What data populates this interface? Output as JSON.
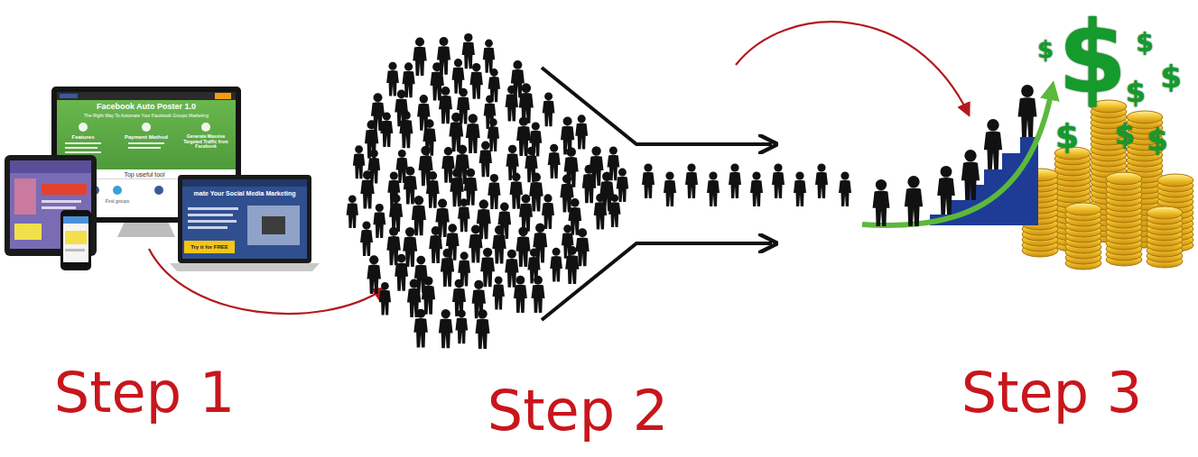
{
  "diagram": {
    "labels": [
      "Facebook Auto Poster 1.0",
      "The Right Way To Automate Your Facebook Groups Marketing",
      "Features",
      "Payment Method",
      "Generate Massive Targeted Traffic from Facebook",
      "Top useful tool",
      "Find groups",
      "mate Your Social Media Marketing",
      "Try it for FREE",
      "Step 1",
      "Step 2",
      "$",
      "$",
      "$",
      "$",
      "$",
      "$",
      "$",
      "$",
      "Step 3"
    ]
  }
}
